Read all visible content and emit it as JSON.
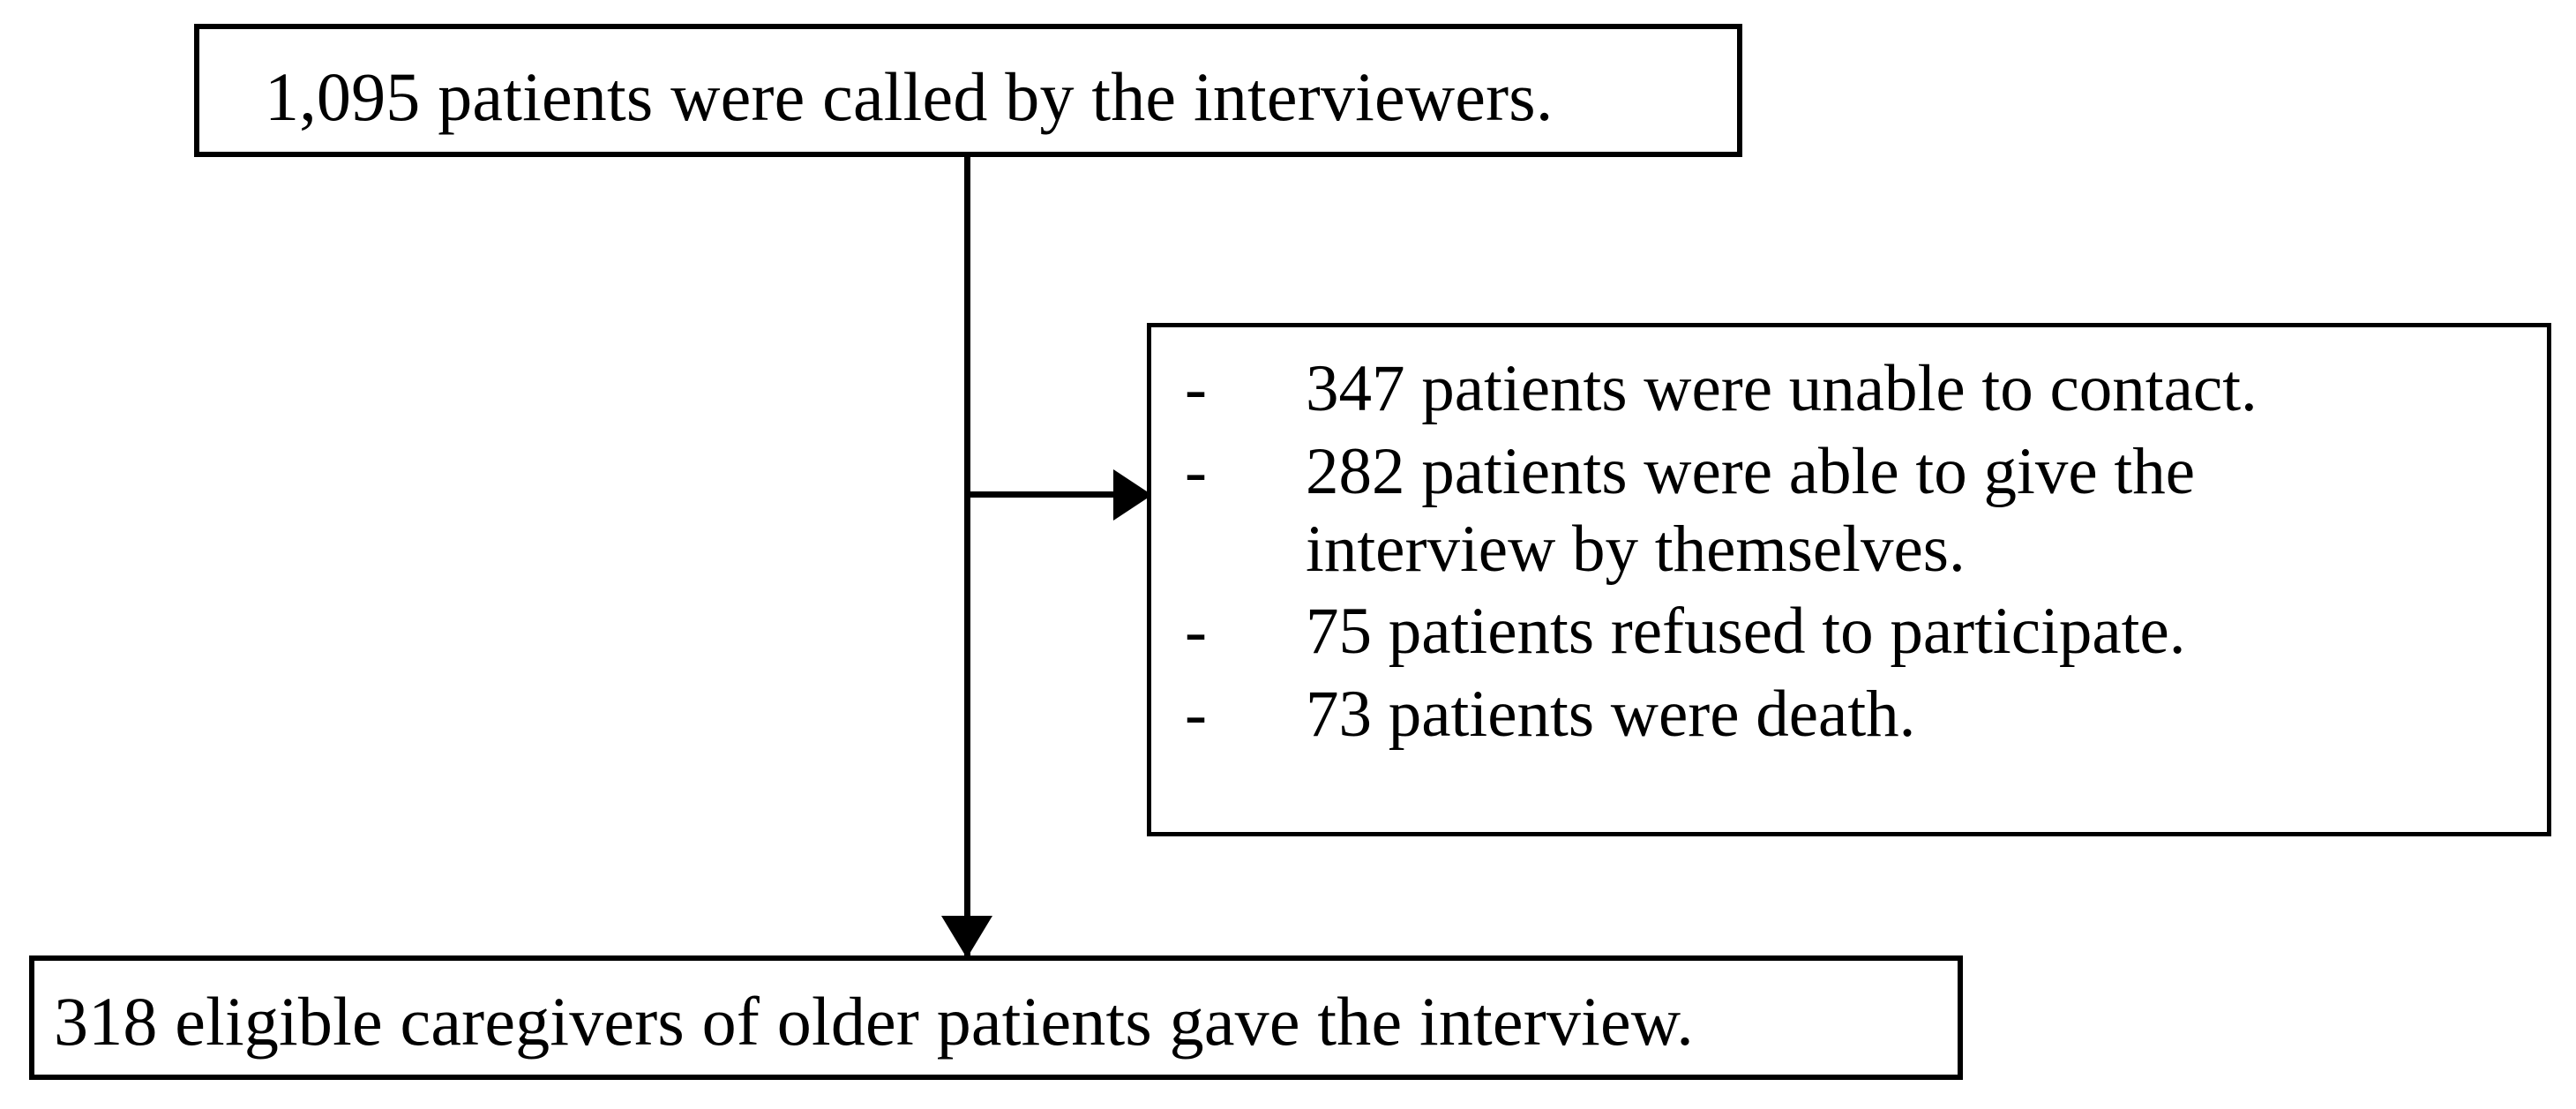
{
  "figure": {
    "type": "participant-flow-diagram",
    "boxes": {
      "called": {
        "text": "1,095 patients were called by the interviewers."
      },
      "excluded": {
        "items": [
          {
            "bullet": "-",
            "label": "347 patients were unable to contact."
          },
          {
            "bullet": "-",
            "label": "282 patients were able to give the interview by themselves."
          },
          {
            "bullet": "-",
            "label": "75 patients refused to participate."
          },
          {
            "bullet": "-",
            "label": "73 patients were death."
          }
        ]
      },
      "enrolled": {
        "text": "318 eligible caregivers of older patients gave the interview."
      }
    },
    "connectors": {
      "branch_arrow": "arrow-right",
      "flow_arrow": "arrow-down"
    },
    "colors": {
      "stroke": "#000000",
      "fill": "#ffffff",
      "text": "#000000"
    }
  }
}
